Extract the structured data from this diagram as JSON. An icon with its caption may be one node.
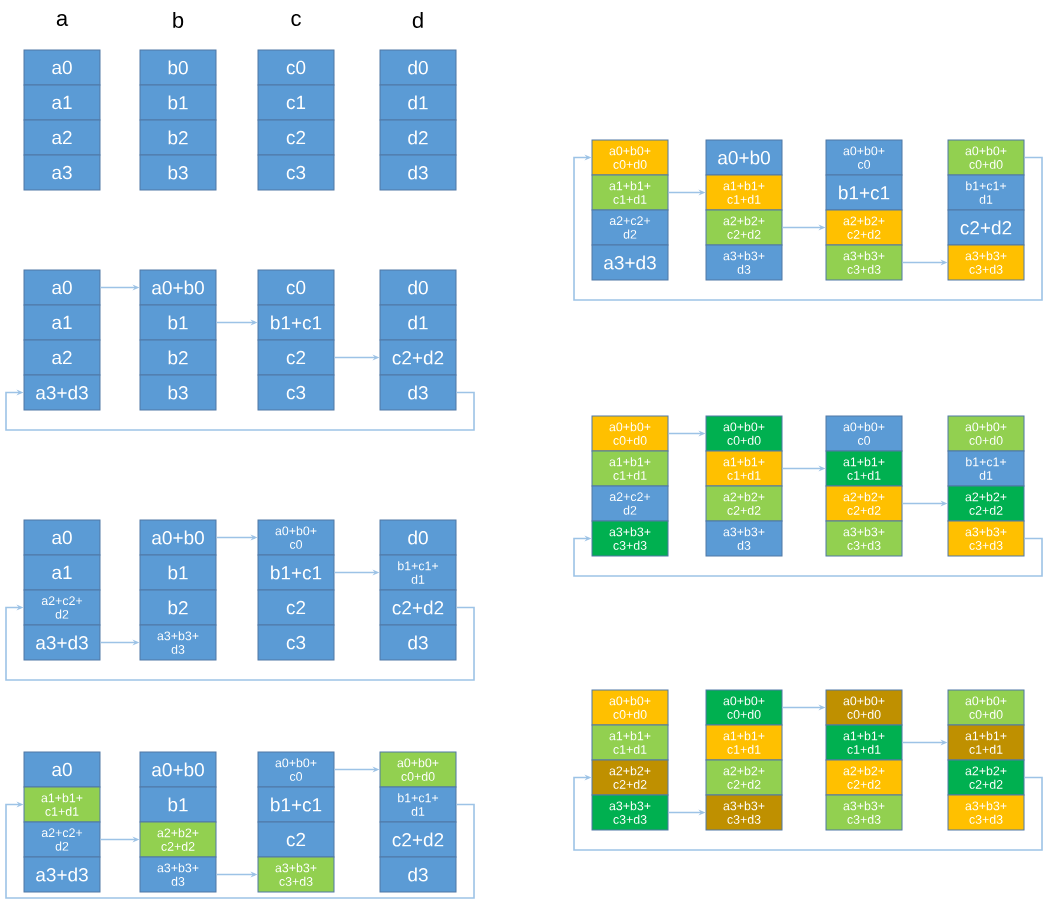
{
  "diagram": {
    "nodes": [
      {
        "text": [
          "a0"
        ]
      },
      {
        "text": [
          "a1"
        ]
      },
      {
        "text": [
          "a2"
        ]
      },
      {
        "text": [
          "a3"
        ]
      },
      {
        "text": [
          "b0"
        ]
      },
      {
        "text": [
          "b1"
        ]
      },
      {
        "text": [
          "b2"
        ]
      },
      {
        "text": [
          "b3"
        ]
      },
      {
        "text": [
          "c0"
        ]
      },
      {
        "text": [
          "c1"
        ]
      },
      {
        "text": [
          "c2"
        ]
      },
      {
        "text": [
          "c3"
        ]
      },
      {
        "text": [
          "d0"
        ]
      },
      {
        "text": [
          "d1"
        ]
      },
      {
        "text": [
          "d2"
        ]
      },
      {
        "text": [
          "d3"
        ]
      },
      {
        "text": [
          "a0"
        ]
      },
      {
        "text": [
          "a1"
        ]
      },
      {
        "text": [
          "a2"
        ]
      },
      {
        "text": [
          "a3+d3"
        ]
      },
      {
        "text": [
          "a0+b0"
        ]
      },
      {
        "text": [
          "b1"
        ]
      },
      {
        "text": [
          "b2"
        ]
      },
      {
        "text": [
          "b3"
        ]
      },
      {
        "text": [
          "c0"
        ]
      },
      {
        "text": [
          "b1+c1"
        ]
      },
      {
        "text": [
          "c2"
        ]
      },
      {
        "text": [
          "c3"
        ]
      },
      {
        "text": [
          "d0"
        ]
      },
      {
        "text": [
          "d1"
        ]
      },
      {
        "text": [
          "c2+d2"
        ]
      },
      {
        "text": [
          "d3"
        ]
      },
      {
        "text": [
          "a0"
        ]
      },
      {
        "text": [
          "a1"
        ]
      },
      {
        "text": [
          "a2+c2+ d2"
        ]
      },
      {
        "text": [
          "a3+d3"
        ]
      },
      {
        "text": [
          "a0+b0"
        ]
      },
      {
        "text": [
          "b1"
        ]
      },
      {
        "text": [
          "b2"
        ]
      },
      {
        "text": [
          "a3+b3+ d3"
        ]
      },
      {
        "text": [
          "a0+b0+ c0"
        ]
      },
      {
        "text": [
          "b1+c1"
        ]
      },
      {
        "text": [
          "c2"
        ]
      },
      {
        "text": [
          "c3"
        ]
      },
      {
        "text": [
          "d0"
        ]
      },
      {
        "text": [
          "b1+c1+ d1"
        ]
      },
      {
        "text": [
          "c2+d2"
        ]
      },
      {
        "text": [
          "d3"
        ]
      },
      {
        "text": [
          "a0"
        ]
      },
      {
        "text": [
          "a1+b1+ c1+d1"
        ]
      },
      {
        "text": [
          "a2+c2+ d2"
        ]
      },
      {
        "text": [
          "a3+d3"
        ]
      },
      {
        "text": [
          "a0+b0"
        ]
      },
      {
        "text": [
          "b1"
        ]
      },
      {
        "text": [
          "a2+b2+ c2+d2"
        ]
      },
      {
        "text": [
          "a3+b3+ d3"
        ]
      },
      {
        "text": [
          "a0+b0+ c0"
        ]
      },
      {
        "text": [
          "b1+c1"
        ]
      },
      {
        "text": [
          "c2"
        ]
      },
      {
        "text": [
          "a3+b3+ c3+d3"
        ]
      },
      {
        "text": [
          "a0+b0+ c0+d0"
        ]
      },
      {
        "text": [
          "b1+c1+ d1"
        ]
      },
      {
        "text": [
          "c2+d2"
        ]
      },
      {
        "text": [
          "d3"
        ]
      },
      {
        "text": [
          "a0+b0+ c0+d0"
        ]
      },
      {
        "text": [
          "a1+b1+ c1+d1"
        ]
      },
      {
        "text": [
          "a2+c2+ d2"
        ]
      },
      {
        "text": [
          "a3+d3"
        ]
      },
      {
        "text": [
          "a0+b0"
        ]
      },
      {
        "text": [
          "a1+b1+ c1+d1"
        ]
      },
      {
        "text": [
          "a2+b2+ c2+d2"
        ]
      },
      {
        "text": [
          "a3+b3+ d3"
        ]
      },
      {
        "text": [
          "a0+b0+ c0"
        ]
      },
      {
        "text": [
          "b1+c1"
        ]
      },
      {
        "text": [
          "a2+b2+ c2+d2"
        ]
      },
      {
        "text": [
          "a3+b3+ c3+d3"
        ]
      },
      {
        "text": [
          "a0+b0+ c0+d0"
        ]
      },
      {
        "text": [
          "b1+c1+ d1"
        ]
      },
      {
        "text": [
          "c2+d2"
        ]
      },
      {
        "text": [
          "a3+b3+ c3+d3"
        ]
      },
      {
        "text": [
          "a0+b0+ c0+d0"
        ]
      },
      {
        "text": [
          "a1+b1+ c1+d1"
        ]
      },
      {
        "text": [
          "a2+c2+ d2"
        ]
      },
      {
        "text": [
          "a3+b3+ c3+d3"
        ]
      },
      {
        "text": [
          "a0+b0+ c0+d0"
        ]
      },
      {
        "text": [
          "a1+b1+ c1+d1"
        ]
      },
      {
        "text": [
          "a2+b2+ c2+d2"
        ]
      },
      {
        "text": [
          "a3+b3+ d3"
        ]
      },
      {
        "text": [
          "a0+b0+ c0"
        ]
      },
      {
        "text": [
          "a1+b1+ c1+d1"
        ]
      },
      {
        "text": [
          "a2+b2+ c2+d2"
        ]
      },
      {
        "text": [
          "a3+b3+ c3+d3"
        ]
      },
      {
        "text": [
          "a0+b0+ c0+d0"
        ]
      },
      {
        "text": [
          "b1+c1+ d1"
        ]
      },
      {
        "text": [
          "a2+b2+ c2+d2"
        ]
      },
      {
        "text": [
          "a3+b3+ c3+d3"
        ]
      },
      {
        "text": [
          "a0+b0+ c0+d0"
        ]
      },
      {
        "text": [
          "a1+b1+ c1+d1"
        ]
      },
      {
        "text": [
          "a2+b2+ c2+d2"
        ]
      },
      {
        "text": [
          "a3+b3+ c3+d3"
        ]
      },
      {
        "text": [
          "a0+b0+ c0+d0"
        ]
      },
      {
        "text": [
          "a1+b1+ c1+d1"
        ]
      },
      {
        "text": [
          "a2+b2+ c2+d2"
        ]
      },
      {
        "text": [
          "a3+b3+ c3+d3"
        ]
      },
      {
        "text": [
          "a0+b0+ c0+d0"
        ]
      },
      {
        "text": [
          "a1+b1+ c1+d1"
        ]
      },
      {
        "text": [
          "a2+b2+ c2+d2"
        ]
      },
      {
        "text": [
          "a3+b3+ c3+d3"
        ]
      },
      {
        "text": [
          "a0+b0+ c0+d0"
        ]
      },
      {
        "text": [
          "a1+b1+ c1+d1"
        ]
      },
      {
        "text": [
          "a2+b2+ c2+d2"
        ]
      },
      {
        "text": [
          "a3+b3+ c3+d3"
        ]
      }
    ],
    "edges": [
      {
        "from": 16,
        "to": 20,
        "arrow": "to"
      },
      {
        "from": 21,
        "to": 25,
        "arrow": "to"
      },
      {
        "from": 26,
        "to": 30,
        "arrow": "to"
      },
      {
        "from": 31,
        "to": 19,
        "arrow": "to"
      },
      {
        "from": 36,
        "to": 40,
        "arrow": "to"
      },
      {
        "from": 41,
        "to": 45,
        "arrow": "to"
      },
      {
        "from": 46,
        "to": 34,
        "arrow": "to"
      },
      {
        "from": 35,
        "to": 39,
        "arrow": "to"
      },
      {
        "from": 56,
        "to": 60,
        "arrow": "to"
      },
      {
        "from": 61,
        "to": 49,
        "arrow": "to"
      },
      {
        "from": 50,
        "to": 54,
        "arrow": "to"
      },
      {
        "from": 55,
        "to": 59,
        "arrow": "to"
      },
      {
        "from": 65,
        "to": 69,
        "arrow": "to"
      },
      {
        "from": 70,
        "to": 74,
        "arrow": "to"
      },
      {
        "from": 75,
        "to": 79,
        "arrow": "to"
      },
      {
        "from": 76,
        "to": 64,
        "arrow": "to"
      },
      {
        "from": 80,
        "to": 84,
        "arrow": "to"
      },
      {
        "from": 85,
        "to": 89,
        "arrow": "to"
      },
      {
        "from": 90,
        "to": 94,
        "arrow": "to"
      },
      {
        "from": 95,
        "to": 83,
        "arrow": "to"
      },
      {
        "from": 99,
        "to": 103,
        "arrow": "to"
      },
      {
        "from": 100,
        "to": 104,
        "arrow": "to"
      },
      {
        "from": 105,
        "to": 109,
        "arrow": "to"
      },
      {
        "from": 110,
        "to": 98,
        "arrow": "to"
      }
    ],
    "labels": [
      "a",
      "b",
      "c",
      "d"
    ]
  }
}
